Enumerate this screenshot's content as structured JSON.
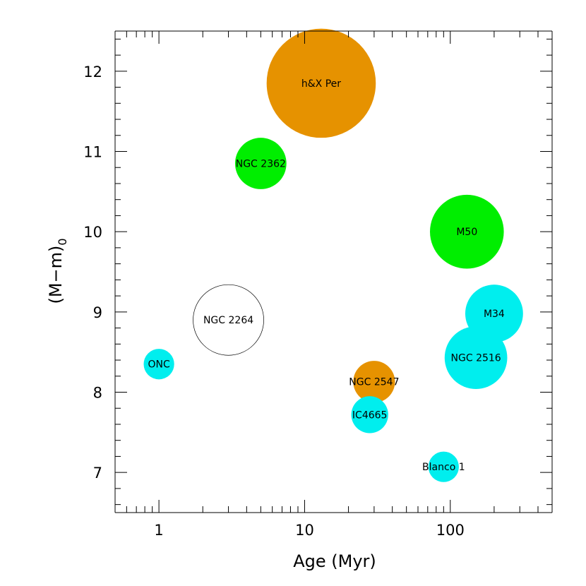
{
  "chart_data": {
    "type": "scatter",
    "subtype": "bubble",
    "title": "",
    "xlabel": "Age (Myr)",
    "ylabel": "(M−m)",
    "ylabel_subscript": "0",
    "xscale": "log",
    "xlim": [
      0.5,
      500
    ],
    "ylim": [
      6.5,
      12.5
    ],
    "x_ticks": [
      1,
      10,
      100
    ],
    "x_tick_labels": [
      "1",
      "10",
      "100"
    ],
    "y_ticks": [
      7,
      8,
      9,
      10,
      11,
      12
    ],
    "y_tick_labels": [
      "7",
      "8",
      "9",
      "10",
      "11",
      "12"
    ],
    "grid": false,
    "legend": "none",
    "colors": {
      "orange": "#e69200",
      "green": "#00ee00",
      "cyan": "#00eeee",
      "open": "#ffffff"
    },
    "points": [
      {
        "label": "h&X Per",
        "x": 13,
        "y": 11.85,
        "radius": 0.68,
        "color": "orange",
        "filled": true
      },
      {
        "label": "NGC 2362",
        "x": 5,
        "y": 10.85,
        "radius": 0.32,
        "color": "green",
        "filled": true
      },
      {
        "label": "M50",
        "x": 130,
        "y": 10.0,
        "radius": 0.46,
        "color": "green",
        "filled": true
      },
      {
        "label": "NGC 2264",
        "x": 3,
        "y": 8.9,
        "radius": 0.44,
        "color": "open",
        "filled": false
      },
      {
        "label": "M34",
        "x": 200,
        "y": 8.98,
        "radius": 0.36,
        "color": "cyan",
        "filled": true
      },
      {
        "label": "NGC 2516",
        "x": 150,
        "y": 8.43,
        "radius": 0.39,
        "color": "cyan",
        "filled": true
      },
      {
        "label": "ONC",
        "x": 1,
        "y": 8.35,
        "radius": 0.19,
        "color": "cyan",
        "filled": true
      },
      {
        "label": "NGC 2547",
        "x": 30,
        "y": 8.13,
        "radius": 0.26,
        "color": "orange",
        "filled": true
      },
      {
        "label": "IC4665",
        "x": 28,
        "y": 7.72,
        "radius": 0.23,
        "color": "cyan",
        "filled": true
      },
      {
        "label": "Blanco 1",
        "x": 90,
        "y": 7.07,
        "radius": 0.19,
        "color": "cyan",
        "filled": true
      }
    ]
  }
}
